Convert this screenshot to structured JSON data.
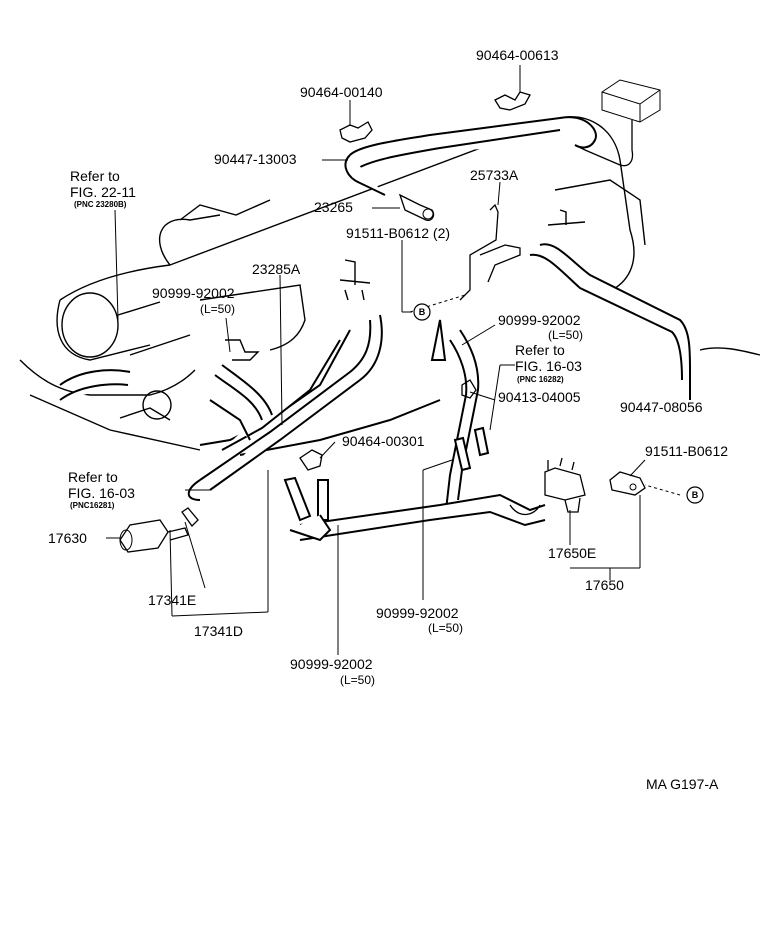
{
  "diagram_code": "MA  G197-A",
  "parts": {
    "p90464_00613": "90464-00613",
    "p90464_00140": "90464-00140",
    "p90447_13003": "90447-13003",
    "p23265": "23265",
    "p25733A": "25733A",
    "p91511_B0612_2": "91511-B0612 (2)",
    "p23285A": "23285A",
    "p90999_92002_a": "90999-92002",
    "p90999_92002_a_len": "(L=50)",
    "p90999_92002_b": "90999-92002",
    "p90999_92002_b_len": "(L=50)",
    "p90413_04005": "90413-04005",
    "p90447_08056": "90447-08056",
    "p90464_00301": "90464-00301",
    "p91511_B0612": "91511-B0612",
    "p17630": "17630",
    "p17341E": "17341E",
    "p17341D": "17341D",
    "p17650E": "17650E",
    "p17650": "17650",
    "p90999_92002_c": "90999-92002",
    "p90999_92002_c_len": "(L=50)",
    "p90999_92002_d": "90999-92002",
    "p90999_92002_d_len": "(L=50)",
    "circle_b": "B"
  },
  "references": {
    "ref_fig22_line1": "Refer to",
    "ref_fig22_line2": "FIG. 22-11",
    "ref_fig22_pnc": "(PNC 23280B)",
    "ref_fig16a_line1": "Refer to",
    "ref_fig16a_line2": "FIG. 16-03",
    "ref_fig16a_pnc": "(PNC 16282)",
    "ref_fig16b_line1": "Refer to",
    "ref_fig16b_line2": "FIG. 16-03",
    "ref_fig16b_pnc": "(PNC16281)"
  }
}
